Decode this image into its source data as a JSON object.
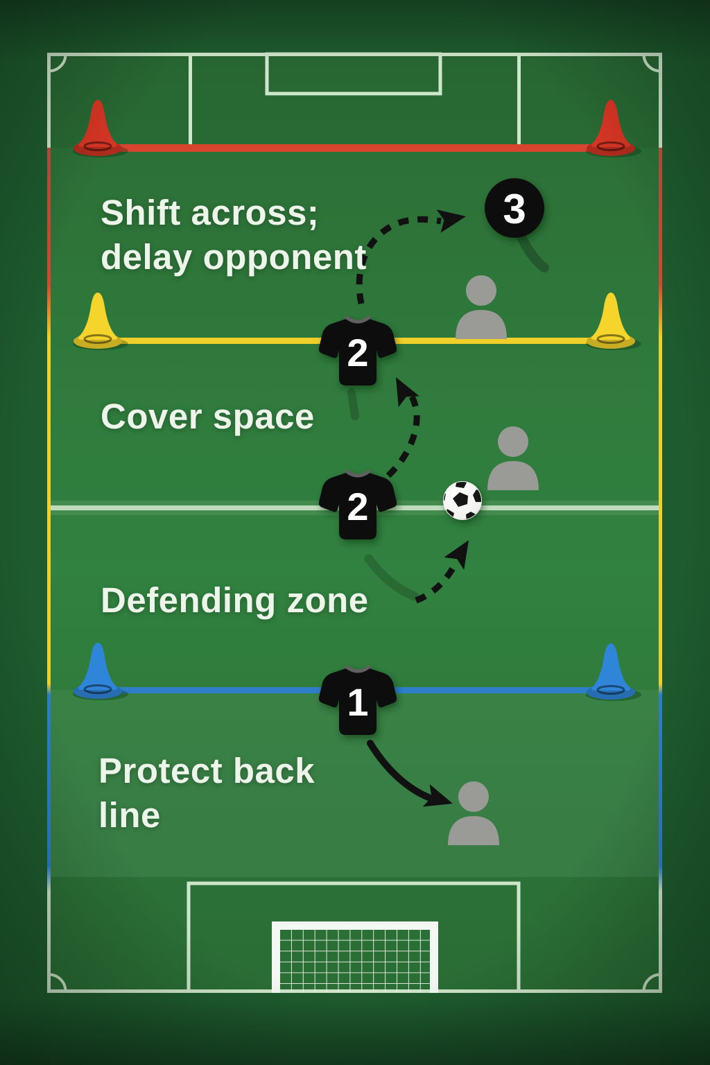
{
  "labels": [
    {
      "line1": "Shift across;",
      "line2": "delay opponent"
    },
    {
      "line1": "Cover space",
      "line2": ""
    },
    {
      "line1": "Defending zone",
      "line2": ""
    },
    {
      "line1": "Protect back",
      "line2": "line"
    }
  ],
  "markers": [
    {
      "value": "3"
    },
    {
      "value": "2"
    },
    {
      "value": "2"
    },
    {
      "value": "1"
    }
  ],
  "colors": {
    "zone_red": "#d8452f",
    "zone_yellow": "#f0cf2b",
    "zone_blue": "#2e7ec9",
    "cone_red": "#d63524",
    "cone_yellow": "#f5d42c",
    "cone_blue": "#2f85d8",
    "pitch_line": "#cfe6ca",
    "halfway_line": "#cde6c8",
    "arrow_black": "#111111",
    "jersey_black": "#0b0b0e",
    "number_white": "#ffffff",
    "opponent_gray": "#9a9b97",
    "label_text": "#edf4ea",
    "field_green": "#2f7a3d"
  }
}
